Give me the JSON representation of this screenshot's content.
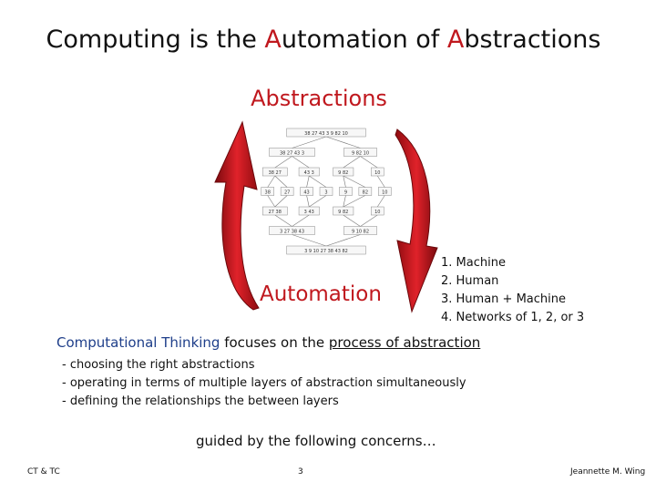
{
  "slide": {
    "title_parts": [
      "Computing is the ",
      "A",
      "utomation of ",
      "A",
      "bstractions"
    ],
    "abstractions_label": "Abstractions",
    "automation_label": "Automation",
    "list_items": [
      "1. Machine",
      "2. Human",
      "3. Human + Machine",
      "4. Networks of 1, 2, or 3"
    ],
    "ct_prefix": "Computational Thinking",
    "ct_middle": " focuses on the ",
    "ct_underlined": "process of abstraction",
    "bullets": [
      "- choosing the right abstractions",
      "- operating in terms of multiple layers of abstraction simultaneously",
      "- defining the relationships the between layers"
    ],
    "guided": "guided by the following concerns…",
    "footer_left": "CT & TC",
    "footer_center": "3",
    "footer_right": "Jeannette M. Wing",
    "colors": {
      "accent_red": "#c0181e",
      "ct_blue": "#1f3f8a"
    }
  },
  "tree": {
    "rows": [
      [
        "38 27 43 3 9 82 10"
      ],
      [
        "38 27 43 3",
        "9 82 10"
      ],
      [
        "38 27",
        "43 3",
        "9 82",
        "10"
      ],
      [
        "38",
        "27",
        "43",
        "3",
        "9",
        "82",
        "10"
      ],
      [
        "27 38",
        "3 43",
        "9 82",
        "10"
      ],
      [
        "3 27 38 43",
        "9 10 82"
      ],
      [
        "3 9 10 27 38 43 82"
      ]
    ]
  }
}
